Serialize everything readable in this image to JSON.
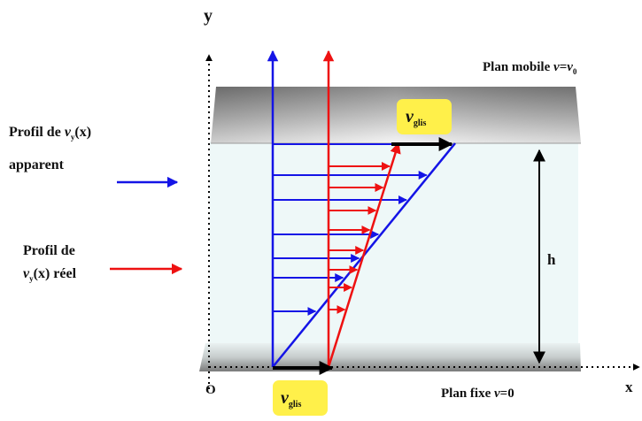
{
  "axes": {
    "y_label": "y",
    "x_label": "x",
    "origin_label": "O"
  },
  "top_plate": {
    "prefix": "Plan mobile ",
    "var": "v",
    "equals": "=",
    "value": "v",
    "sub": "0"
  },
  "bottom_plate": {
    "prefix": "Plan fixe ",
    "var": "v",
    "value": "=0"
  },
  "gap_label": "h",
  "slip_label": {
    "var": "v",
    "sub": "glis"
  },
  "legend_apparent": {
    "line1_prefix": "Profil de ",
    "var": "v",
    "sub": "y",
    "arg": "(x)",
    "line2": "apparent"
  },
  "legend_real": {
    "line1": "Profil de",
    "var": "v",
    "sub": "y",
    "arg": "(x) réel"
  },
  "colors": {
    "apparent": "#1414e6",
    "real": "#ee1111",
    "slip_velocity": "#000000",
    "label_highlight": "#fff04a",
    "fluid": "#eef8f8",
    "plate_dark": "#6a6a6a",
    "plate_light": "#f2f2f2"
  }
}
